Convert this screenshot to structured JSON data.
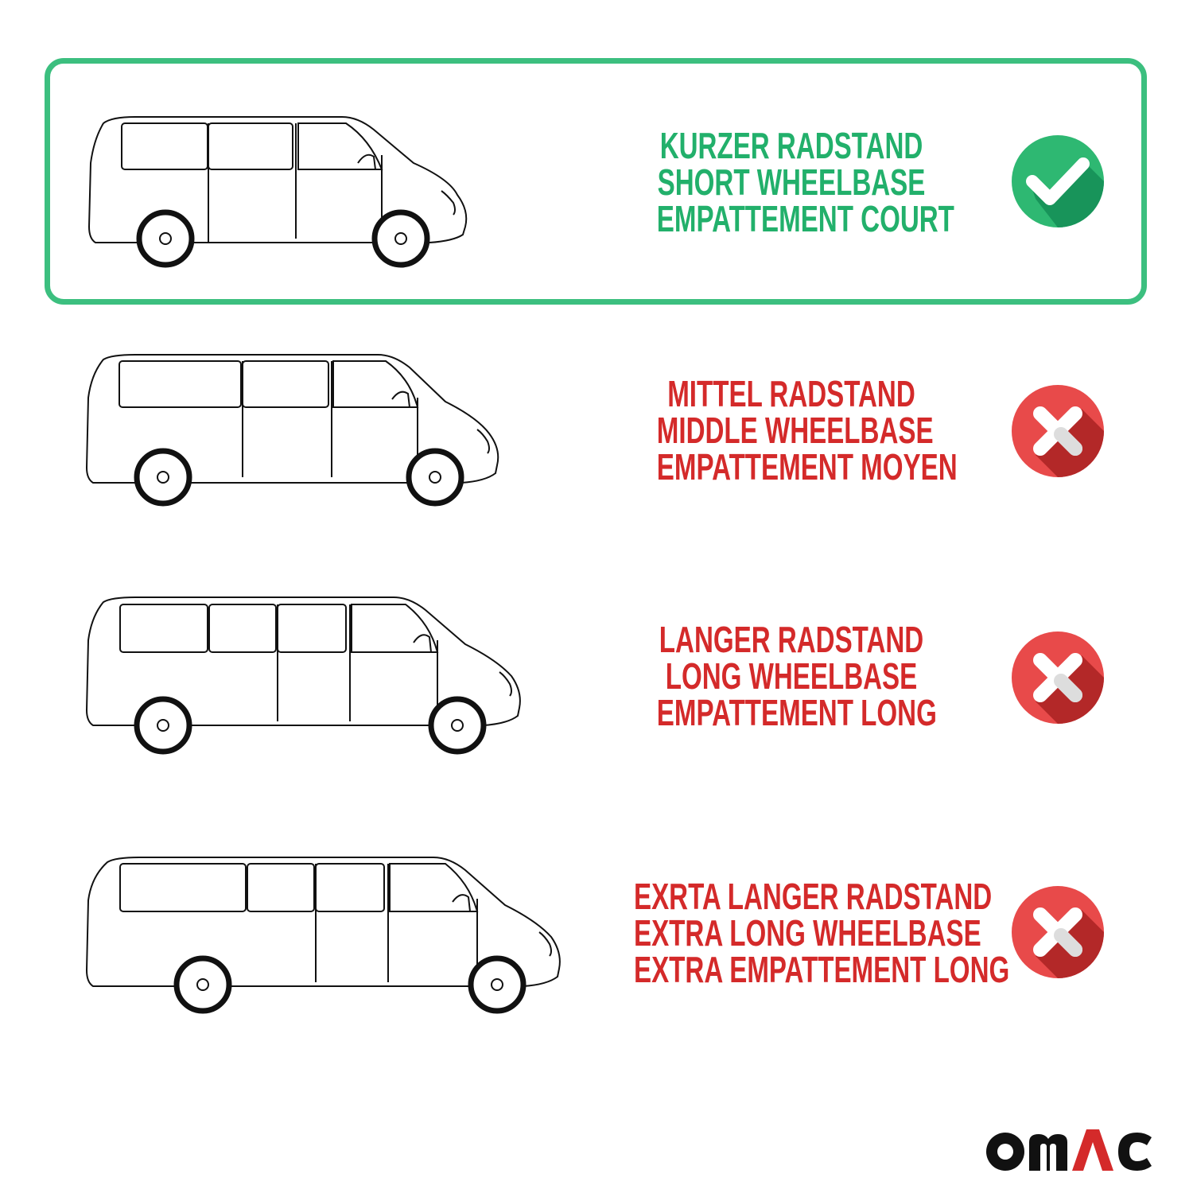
{
  "colors": {
    "accent_green": "#3cbf7f",
    "text_green": "#22b06b",
    "text_red": "#d42a2a",
    "badge_red": "#e84a4a",
    "badge_red_dark": "#b32828",
    "badge_green": "#2eb872",
    "badge_green_dark": "#18945a"
  },
  "options": [
    {
      "lines": [
        "KURZER RADSTAND",
        "SHORT WHEELBASE",
        "EMPATTEMENT COURT"
      ],
      "status_icon": "check-icon",
      "selected": true
    },
    {
      "lines": [
        "MITTEL RADSTAND",
        "MIDDLE WHEELBASE",
        "EMPATTEMENT MOYEN"
      ],
      "status_icon": "cross-icon",
      "selected": false
    },
    {
      "lines": [
        "LANGER RADSTAND",
        "LONG WHEELBASE",
        "EMPATTEMENT LONG"
      ],
      "status_icon": "cross-icon",
      "selected": false
    },
    {
      "lines": [
        "EXRTA LANGER RADSTAND",
        "EXTRA LONG WHEELBASE",
        "EXTRA EMPATTEMENT LONG"
      ],
      "status_icon": "cross-icon",
      "selected": false
    }
  ],
  "logo": {
    "text": "OMAC"
  }
}
